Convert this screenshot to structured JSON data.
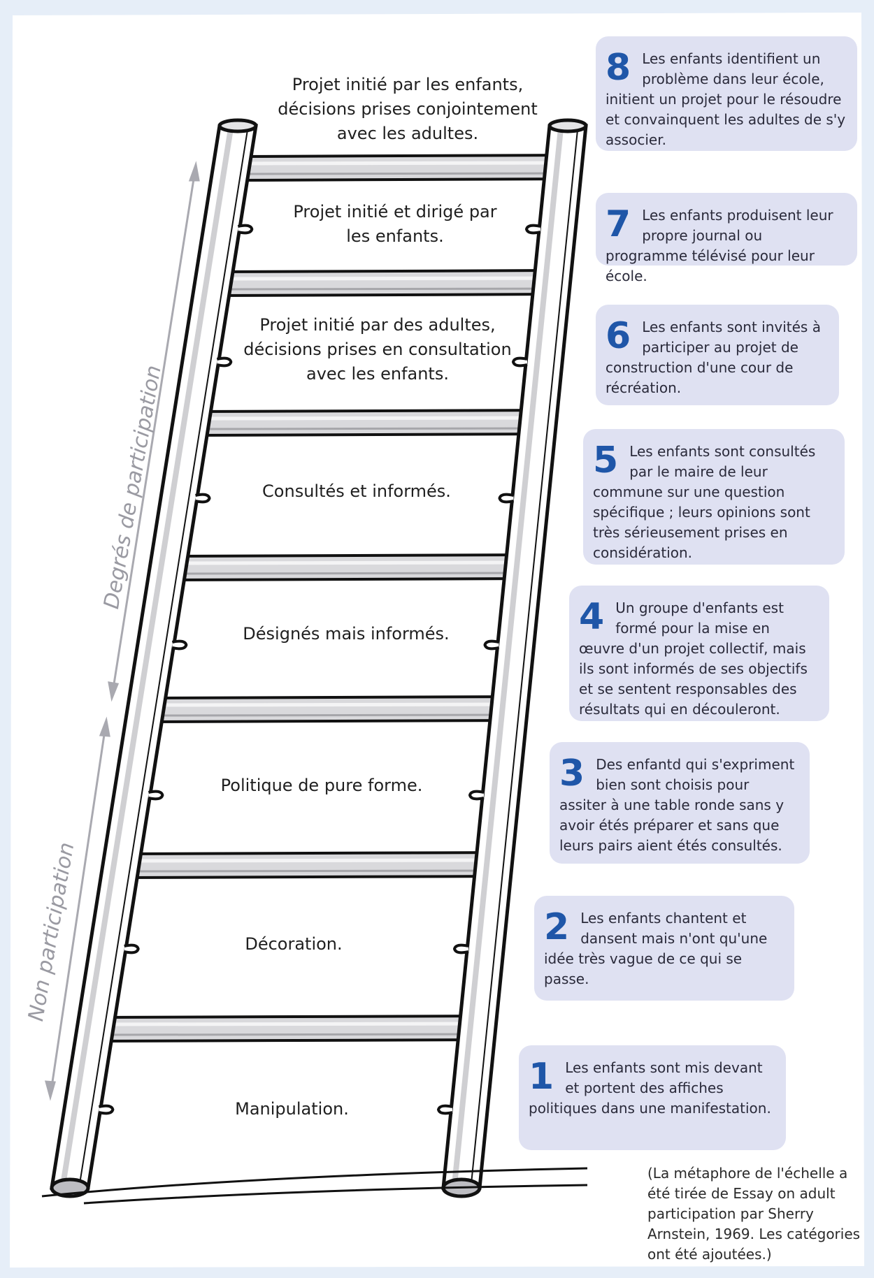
{
  "steps": [
    {
      "level": 8,
      "label": "Projet initié par les enfants, décisions prises conjointement avec les adultes.",
      "example": "Les enfants identifient un problème dans leur école, initient un projet pour le résoudre et convainquent les adultes de s'y associer."
    },
    {
      "level": 7,
      "label": "Projet initié et dirigé par les enfants.",
      "example": "Les enfants produisent leur propre journal ou programme télévisé pour leur école."
    },
    {
      "level": 6,
      "label": "Projet initié par des adultes, décisions prises en consultation avec les enfants.",
      "example": "Les enfants sont invités à participer au projet de construction d'une cour de récréation."
    },
    {
      "level": 5,
      "label": "Consultés et informés.",
      "example": "Les enfants sont consultés par le maire de leur commune sur une question spécifique ; leurs opinions sont très sérieusement prises en considération."
    },
    {
      "level": 4,
      "label": "Désignés mais informés.",
      "example": "Un groupe d'enfants est formé pour la mise en œuvre d'un projet collectif, mais ils sont informés de ses objectifs et se sentent responsables des résultats qui en découleront."
    },
    {
      "level": 3,
      "label": "Politique de pure forme.",
      "example": "Des enfantd qui s'expriment bien sont choisis pour assiter à une table ronde sans y avoir étés préparer et sans que leurs pairs aient étés consultés."
    },
    {
      "level": 2,
      "label": "Décoration.",
      "example": "Les enfants chantent et dansent mais n'ont qu'une idée très vague de ce qui se passe."
    },
    {
      "level": 1,
      "label": "Manipulation.",
      "example": "Les enfants sont mis devant et portent des affiches politiques dans une manifestation."
    }
  ],
  "axis": {
    "upper": "Degrés de participation",
    "lower": "Non participation"
  },
  "citation": "(La métaphore de l'échelle a été tirée de Essay on adult participation par Sherry Arnstein, 1969. Les catégories ont été ajoutées.)",
  "colors": {
    "number": "#1f56a8",
    "card": "#dfe1f2",
    "background": "#e6eef8",
    "axis": "#9a9aa2"
  }
}
